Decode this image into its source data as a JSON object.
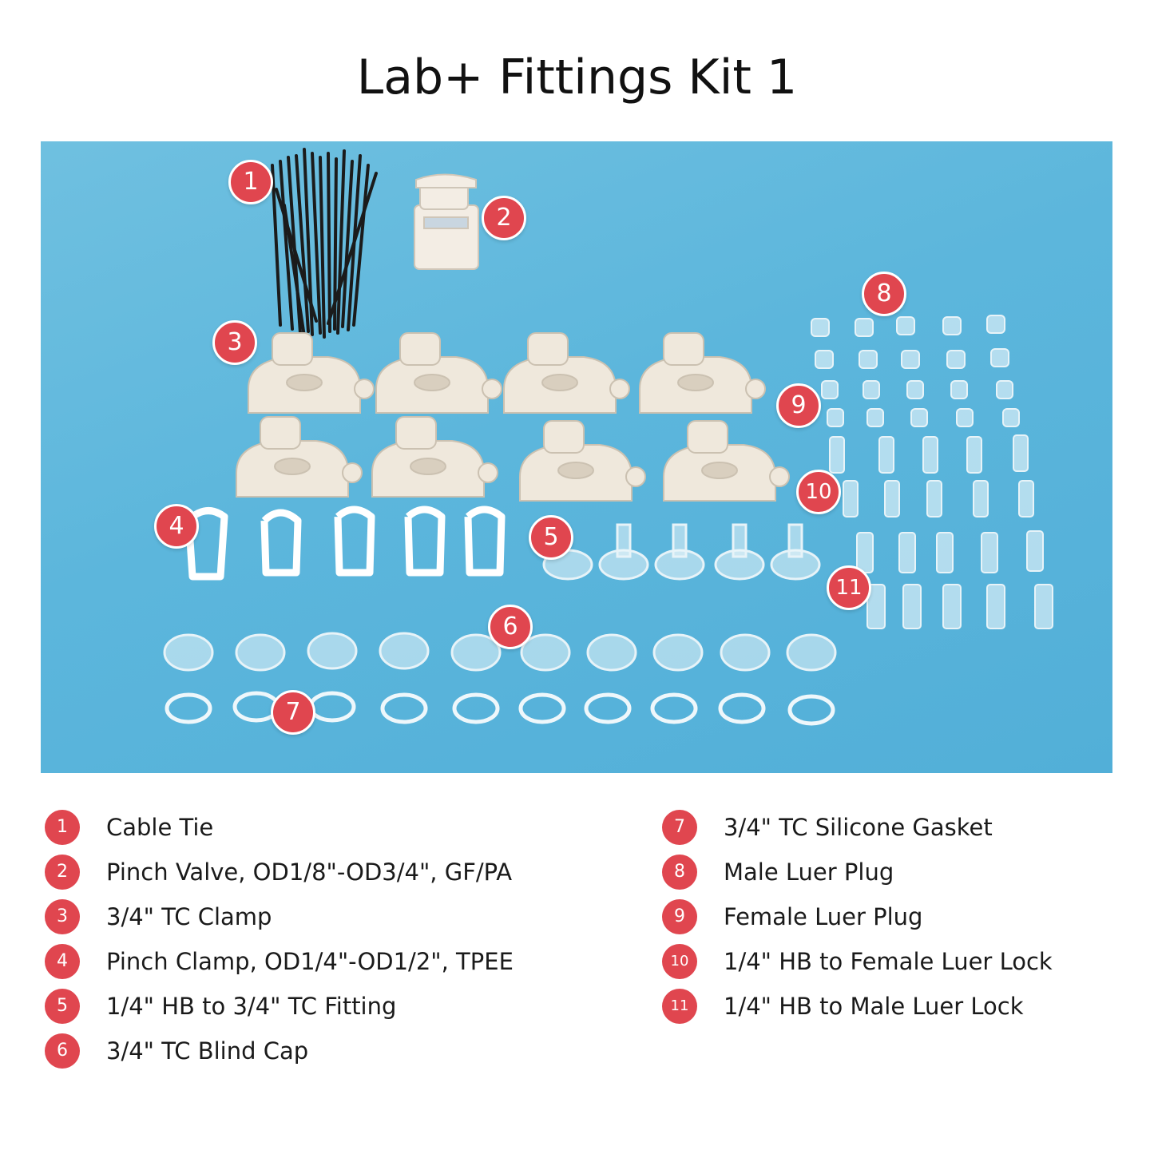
{
  "title": "Lab+ Fittings Kit 1",
  "colors": {
    "accent": "#e0464f",
    "backdrop": "#5cb6dc"
  },
  "photo_markers": [
    "1",
    "2",
    "3",
    "4",
    "5",
    "6",
    "7",
    "8",
    "9",
    "10",
    "11"
  ],
  "legend": {
    "left": [
      {
        "num": "1",
        "label": "Cable Tie"
      },
      {
        "num": "2",
        "label": "Pinch Valve, OD1/8\"-OD3/4\", GF/PA"
      },
      {
        "num": "3",
        "label": "3/4\" TC Clamp"
      },
      {
        "num": "4",
        "label": "Pinch Clamp, OD1/4\"-OD1/2\", TPEE"
      },
      {
        "num": "5",
        "label": "1/4\" HB to 3/4\" TC Fitting"
      },
      {
        "num": "6",
        "label": "3/4\" TC Blind Cap"
      }
    ],
    "right": [
      {
        "num": "7",
        "label": "3/4\" TC Silicone Gasket"
      },
      {
        "num": "8",
        "label": "Male Luer Plug"
      },
      {
        "num": "9",
        "label": "Female Luer Plug"
      },
      {
        "num": "10",
        "label": "1/4\" HB to Female Luer Lock"
      },
      {
        "num": "11",
        "label": "1/4\" HB to Male Luer Lock"
      }
    ]
  }
}
